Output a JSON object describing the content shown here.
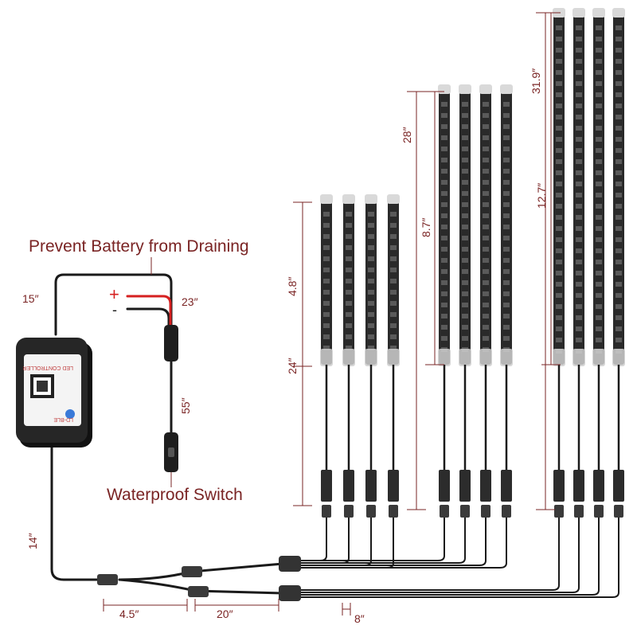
{
  "labels": {
    "prevent_battery": "Prevent Battery from Draining",
    "waterproof_switch": "Waterproof Switch"
  },
  "dimensions": {
    "lead_15": "15″",
    "lead_23": "23″",
    "lead_55": "55″",
    "lead_14": "14″",
    "lead_4_5": "4.5″",
    "lead_20": "20″",
    "lead_8": "8″",
    "short_strip_total": "24″",
    "short_strip_led": "4.8″",
    "mid_strip_total": "28″",
    "mid_strip_led": "8.7″",
    "long_strip_total": "31.9″",
    "long_strip_led": "12.7″"
  },
  "controller": {
    "label_line1": "LED CONTROLLER",
    "label_line2": "LD-BLE"
  },
  "polarity": {
    "positive": "+",
    "negative": "-"
  },
  "colors": {
    "wire": "#1a1a1a",
    "positive_wire": "#d62020",
    "strip_body": "#2a2a2a",
    "led": "#5a5a5a",
    "dim_line": "#7a2424",
    "controller": "#1e1e1e"
  }
}
